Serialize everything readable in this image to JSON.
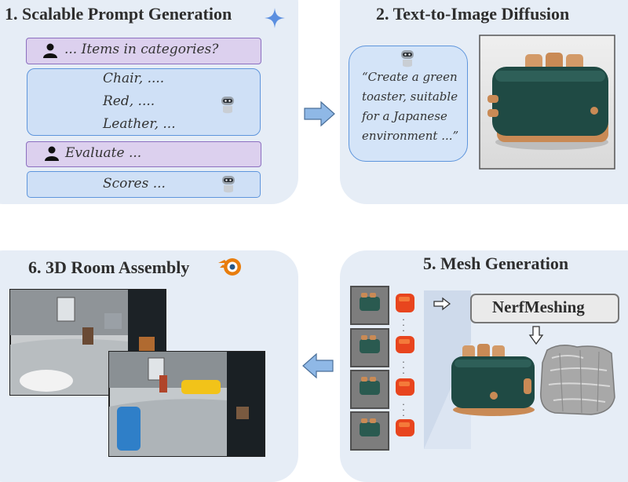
{
  "panels": {
    "prompt_generation": {
      "title": "1. Scalable Prompt Generation",
      "user_query": "... Items in categories?",
      "ai_answers": [
        "Chair, ....",
        "Red, ....",
        "Leather, ..."
      ],
      "user_eval": "Evaluate ...",
      "ai_scores": "Scores ..."
    },
    "text_to_image": {
      "title": "2. Text-to-Image Diffusion",
      "prompt_lines": [
        "“Create a green",
        "toaster, suitable",
        "for a Japanese",
        "environment ...”"
      ]
    },
    "mesh_generation": {
      "title": "5. Mesh Generation",
      "method_label": "NerfMeshing"
    },
    "room_assembly": {
      "title": "6. 3D Room Assembly"
    }
  },
  "colors": {
    "panel_bg": "#e6edf6",
    "user_box": "#dcd0ee",
    "ai_box": "#cfe0f6",
    "arrow": "#8fb8e6",
    "toaster_green": "#1f4a44",
    "wood": "#c98a55"
  },
  "icons": [
    "user-icon",
    "robot-icon",
    "sparkle-icon",
    "blender-logo-icon",
    "arrow-right-icon",
    "arrow-left-icon",
    "arrow-down-icon"
  ]
}
